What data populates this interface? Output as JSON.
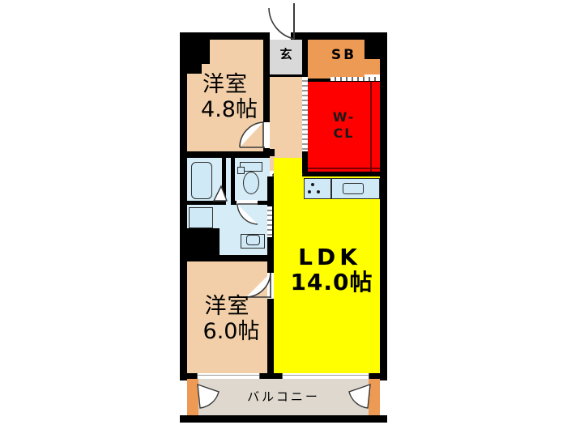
{
  "plan": {
    "title": "間取り図",
    "rooms": [
      {
        "id": "bedroom-north",
        "name_jp": "洋室",
        "area": "4.8帖",
        "color": "#f2cfa8"
      },
      {
        "id": "bedroom-south",
        "name_jp": "洋室",
        "area": "6.0帖",
        "color": "#f2cfa8"
      },
      {
        "id": "ldk",
        "name_jp": "LDK",
        "area": "14.0帖",
        "color": "#ffff00"
      },
      {
        "id": "walk-in-closet",
        "name_jp": "W-CL",
        "area": "",
        "color": "#ff0000"
      },
      {
        "id": "shoe-box",
        "name_jp": "SB",
        "area": "",
        "color": "#ed9a54"
      },
      {
        "id": "entrance",
        "name_jp": "玄",
        "area": "",
        "color": "#d9d9d9"
      },
      {
        "id": "balcony",
        "name_jp": "バルコニー",
        "area": "",
        "color": "#ded8cf"
      }
    ],
    "labels": {
      "bedroom_north_name": "洋室",
      "bedroom_north_area": "4.8帖",
      "bedroom_south_name": "洋室",
      "bedroom_south_area": "6.0帖",
      "ldk_name": "LDK",
      "ldk_area": "14.0帖",
      "wcl_line1": "W-",
      "wcl_line2": "CL",
      "sb": "SB",
      "entrance": "玄",
      "balcony": "バルコニー"
    },
    "fixtures": [
      {
        "id": "bathtub",
        "name": "bathtub"
      },
      {
        "id": "washing-machine",
        "name": "washing-machine-space"
      },
      {
        "id": "toilet",
        "name": "toilet"
      },
      {
        "id": "toilet-tank",
        "name": "toilet-tank"
      },
      {
        "id": "wash-basin",
        "name": "wash-basin"
      },
      {
        "id": "stove",
        "name": "three-burner-stove"
      },
      {
        "id": "sink",
        "name": "kitchen-sink"
      }
    ],
    "colors": {
      "wall": "#000000",
      "room_floor": "#f2cfa8",
      "ldk_floor": "#ffff00",
      "closet": "#ff0000",
      "shoebox": "#ed9a54",
      "entrance": "#d9d9d9",
      "wet_area": "#d6ecf7",
      "balcony": "#ded8cf",
      "fixture": "#cfeaf6"
    }
  }
}
